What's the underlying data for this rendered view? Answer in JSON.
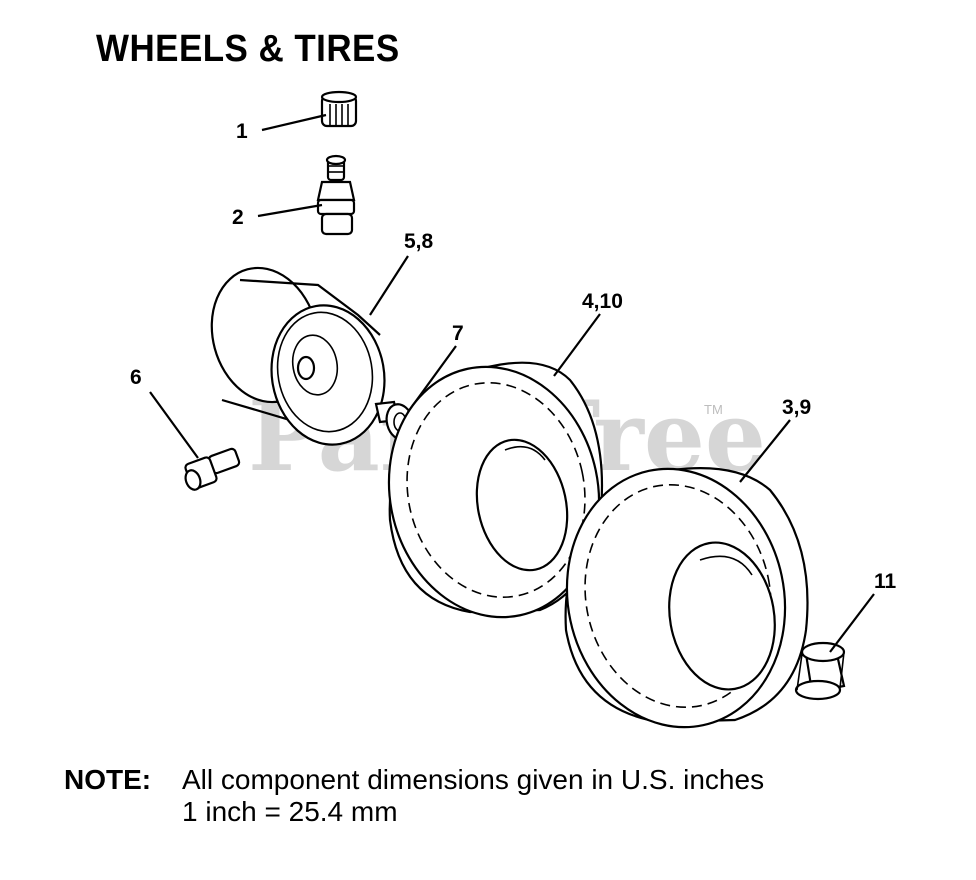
{
  "title": "WHEELS & TIRES",
  "callouts": {
    "c1": "1",
    "c2": "2",
    "c58": "5,8",
    "c410": "4,10",
    "c7": "7",
    "c6": "6",
    "c39": "3,9",
    "c11": "11"
  },
  "watermark": {
    "text": "PartsTree",
    "tm": "TM"
  },
  "note": {
    "label": "NOTE:",
    "line1": "All component dimensions given in U.S. inches",
    "line2": "1 inch = 25.4 mm"
  }
}
